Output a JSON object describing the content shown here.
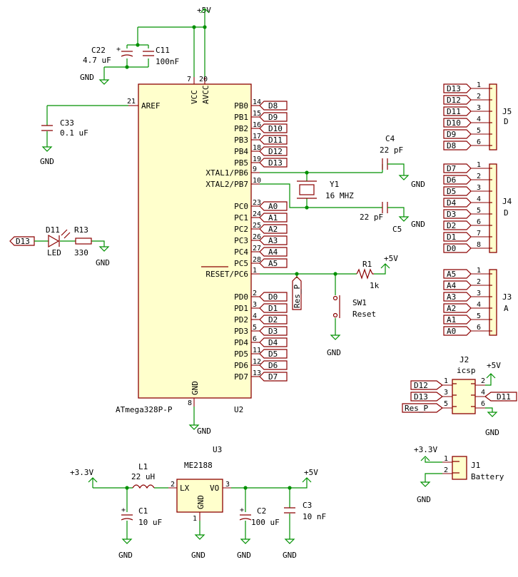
{
  "u2": {
    "ref": "U2",
    "value": "ATmega328P-P",
    "top_pins": [
      {
        "num": "7",
        "name": "VCC"
      },
      {
        "num": "20",
        "name": "AVCC"
      }
    ],
    "aref": {
      "num": "21",
      "name": "AREF"
    },
    "gnd": {
      "num": "8",
      "name": "GND"
    },
    "right_pins": [
      {
        "name": "PB0",
        "num": "14",
        "label": "D8"
      },
      {
        "name": "PB1",
        "num": "15",
        "label": "D9"
      },
      {
        "name": "PB2",
        "num": "16",
        "label": "D10"
      },
      {
        "name": "PB3",
        "num": "17",
        "label": "D11"
      },
      {
        "name": "PB4",
        "num": "18",
        "label": "D12"
      },
      {
        "name": "PB5",
        "num": "19",
        "label": "D13"
      },
      {
        "name": "XTAL1/PB6",
        "num": "9",
        "label": ""
      },
      {
        "name": "XTAL2/PB7",
        "num": "10",
        "label": ""
      },
      {
        "name": "PC0",
        "num": "23",
        "label": "A0"
      },
      {
        "name": "PC1",
        "num": "24",
        "label": "A1"
      },
      {
        "name": "PC2",
        "num": "25",
        "label": "A2"
      },
      {
        "name": "PC3",
        "num": "26",
        "label": "A3"
      },
      {
        "name": "PC4",
        "num": "27",
        "label": "A4"
      },
      {
        "name": "PC5",
        "num": "28",
        "label": "A5"
      },
      {
        "name": "RESET/PC6",
        "num": "1",
        "label": ""
      },
      {
        "name": "PD0",
        "num": "2",
        "label": "D0"
      },
      {
        "name": "PD1",
        "num": "3",
        "label": "D1"
      },
      {
        "name": "PD2",
        "num": "4",
        "label": "D2"
      },
      {
        "name": "PD3",
        "num": "5",
        "label": "D3"
      },
      {
        "name": "PD4",
        "num": "6",
        "label": "D4"
      },
      {
        "name": "PD5",
        "num": "11",
        "label": "D5"
      },
      {
        "name": "PD6",
        "num": "12",
        "label": "D6"
      },
      {
        "name": "PD7",
        "num": "13",
        "label": "D7"
      }
    ]
  },
  "power": {
    "p5v": "+5V",
    "p3v3": "+3.3V",
    "gnd": "GND"
  },
  "c22": {
    "ref": "C22",
    "value": "4.7 uF"
  },
  "c11": {
    "ref": "C11",
    "value": "100nF"
  },
  "c33": {
    "ref": "C33",
    "value": "0.1 uF"
  },
  "c4": {
    "ref": "C4",
    "value": "22 pF"
  },
  "c5": {
    "ref": "C5",
    "value": "22 pF"
  },
  "y1": {
    "ref": "Y1",
    "value": "16 MHZ"
  },
  "d11": {
    "ref": "D11",
    "value": "LED",
    "net": "D13"
  },
  "r13": {
    "ref": "R13",
    "value": "330"
  },
  "r1": {
    "ref": "R1",
    "value": "1k"
  },
  "sw1": {
    "ref": "SW1",
    "value": "Reset"
  },
  "res_p": "Res_P",
  "j5": {
    "ref": "J5",
    "value": "D",
    "labels": [
      "D13",
      "D12",
      "D11",
      "D10",
      "D9",
      "D8"
    ],
    "pins": [
      "1",
      "2",
      "3",
      "4",
      "5",
      "6"
    ]
  },
  "j4": {
    "ref": "J4",
    "value": "D",
    "labels": [
      "D7",
      "D6",
      "D5",
      "D4",
      "D3",
      "D2",
      "D1",
      "D0"
    ],
    "pins": [
      "1",
      "2",
      "3",
      "4",
      "5",
      "6",
      "7",
      "8"
    ]
  },
  "j3": {
    "ref": "J3",
    "value": "A",
    "labels": [
      "A5",
      "A4",
      "A3",
      "A2",
      "A1",
      "A0"
    ],
    "pins": [
      "1",
      "2",
      "3",
      "4",
      "5",
      "6"
    ]
  },
  "j2": {
    "ref": "J2",
    "value": "icsp",
    "left": [
      {
        "pin": "1",
        "label": "D12"
      },
      {
        "pin": "3",
        "label": "D13"
      },
      {
        "pin": "5",
        "label": "Res_P"
      }
    ],
    "right": [
      {
        "pin": "2",
        "label": "+5V"
      },
      {
        "pin": "4",
        "label": "D11"
      },
      {
        "pin": "6",
        "label": "GND"
      }
    ]
  },
  "j1": {
    "ref": "J1",
    "value": "Battery",
    "pins": [
      "1",
      "2"
    ]
  },
  "u3": {
    "ref": "U3",
    "value": "ME2188",
    "lx": "LX",
    "vo": "VO",
    "gnd": "GND",
    "pin_lx": "2",
    "pin_vo": "3",
    "pin_gnd": "1"
  },
  "l1": {
    "ref": "L1",
    "value": "22 uH"
  },
  "c1": {
    "ref": "C1",
    "value": "10 uF"
  },
  "c2": {
    "ref": "C2",
    "value": "100 uF"
  },
  "c3": {
    "ref": "C3",
    "value": "10 nF"
  }
}
